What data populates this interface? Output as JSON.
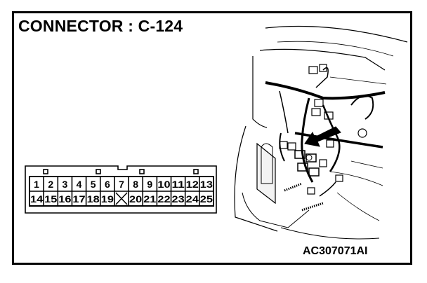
{
  "diagram": {
    "title": "CONNECTOR : C-124",
    "figure_code": "AC307071AI",
    "connector": {
      "row_top": [
        "1",
        "2",
        "3",
        "4",
        "5",
        "6",
        "7",
        "8",
        "9",
        "10",
        "11",
        "12",
        "13"
      ],
      "row_bottom": [
        "14",
        "15",
        "16",
        "17",
        "18",
        "19",
        "",
        "20",
        "21",
        "22",
        "23",
        "24",
        "25"
      ],
      "empty_position_marker": "X"
    },
    "illustration": "vehicle center console wiring harness with arrow pointing to connector location"
  }
}
